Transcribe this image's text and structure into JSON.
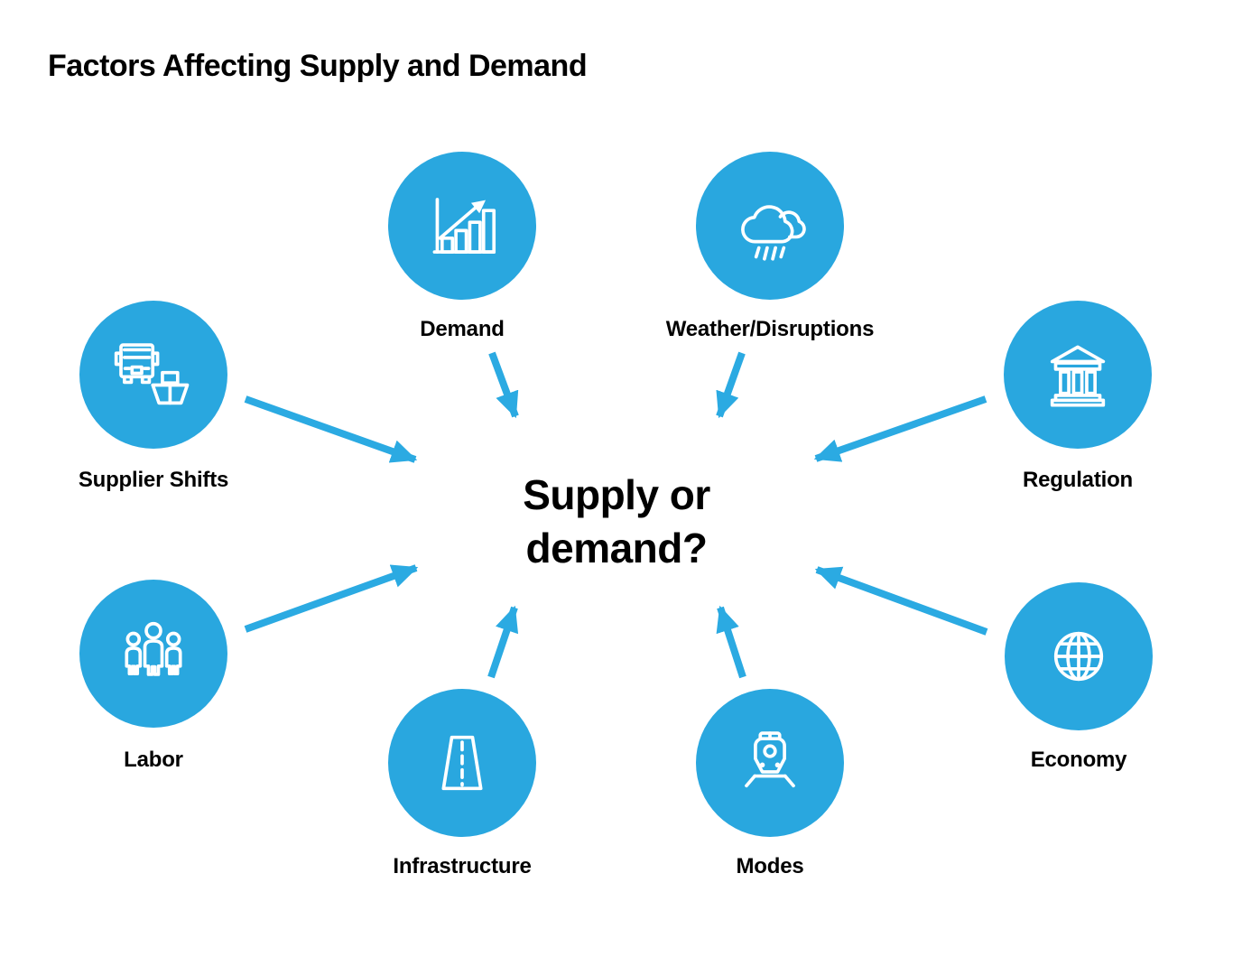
{
  "title": "Factors Affecting Supply and Demand",
  "center": {
    "line1": "Supply or",
    "line2": "demand?"
  },
  "colors": {
    "circle_fill": "#29A7DF",
    "arrow": "#2BAAE2",
    "icon_stroke": "#FFFFFF",
    "text": "#000000",
    "background": "#FFFFFF"
  },
  "nodes": {
    "demand": {
      "label": "Demand",
      "icon": "bar-chart-growth-icon"
    },
    "weather": {
      "label": "Weather/Disruptions",
      "icon": "rain-cloud-icon"
    },
    "supplier": {
      "label": "Supplier Shifts",
      "icon": "truck-and-ship-icon"
    },
    "regulation": {
      "label": "Regulation",
      "icon": "bank-building-icon"
    },
    "labor": {
      "label": "Labor",
      "icon": "three-people-icon"
    },
    "economy": {
      "label": "Economy",
      "icon": "globe-icon"
    },
    "infrastructure": {
      "label": "Infrastructure",
      "icon": "road-icon"
    },
    "modes": {
      "label": "Modes",
      "icon": "train-icon"
    }
  },
  "arrows": [
    {
      "from": "supplier",
      "to": "center"
    },
    {
      "from": "demand",
      "to": "center"
    },
    {
      "from": "weather",
      "to": "center"
    },
    {
      "from": "regulation",
      "to": "center"
    },
    {
      "from": "labor",
      "to": "center"
    },
    {
      "from": "economy",
      "to": "center"
    },
    {
      "from": "infrastructure",
      "to": "center"
    },
    {
      "from": "modes",
      "to": "center"
    }
  ]
}
